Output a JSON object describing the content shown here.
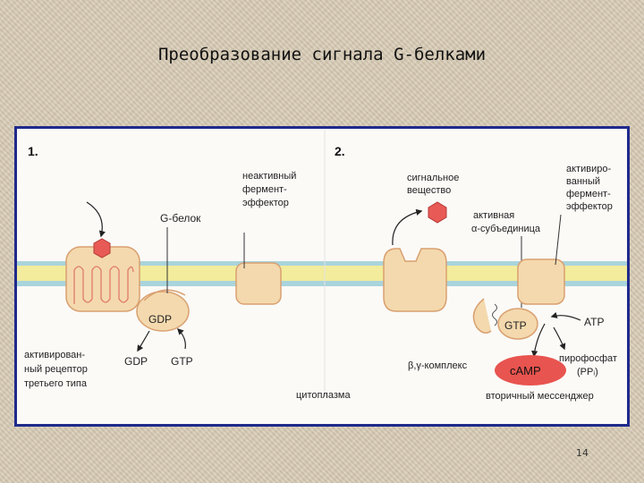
{
  "slide": {
    "title": "Преобразование сигнала G-белками",
    "page_number": "14"
  },
  "panel1": {
    "number": "1.",
    "g_protein": "G-белок",
    "inactive_effector": [
      "неактивный",
      "фермент-",
      "эффектор"
    ],
    "gdp_bound": "GDP",
    "gdp": "GDP",
    "gtp": "GTP",
    "receptor": [
      "активирован-",
      "ный рецептор",
      "третьего типа"
    ]
  },
  "panel2": {
    "number": "2.",
    "signal": [
      "сигнальное",
      "вещество"
    ],
    "alpha_subunit": [
      "активная",
      "α-субъединица"
    ],
    "active_effector": [
      "активиро-",
      "ванный",
      "фермент-",
      "эффектор"
    ],
    "gtp_bound": "GTP",
    "atp": "ATP",
    "beta_gamma": "β,γ-комплекс",
    "camp": "cAMP",
    "pyrophosphate": [
      "пирофосфат",
      "(PPᵢ)"
    ],
    "second_messenger": "вторичный мессенджер"
  },
  "cytoplasm": "цитоплазма",
  "colors": {
    "membrane": "#f2ec9c",
    "membrane_edge": "#a9d4dc",
    "protein": "#f4d9ae",
    "protein_stroke": "#d9a070",
    "signal": "#e85a56",
    "camp": "#e8544f",
    "frame": "#1f2a8c"
  }
}
